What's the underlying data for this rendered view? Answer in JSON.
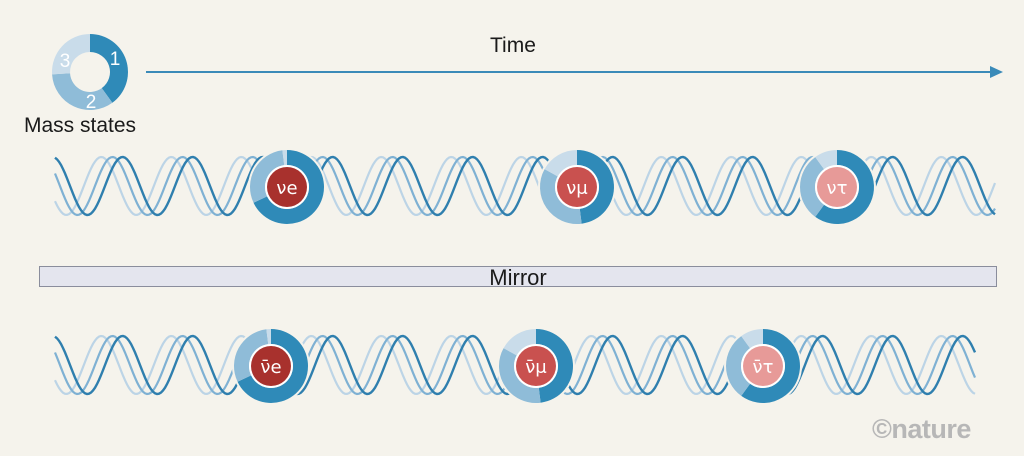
{
  "header": {
    "time_label": "Time",
    "mass_label": "Mass states",
    "state_numbers": [
      "1",
      "2",
      "3"
    ]
  },
  "mirror_label": "Mirror",
  "credit": "©nature",
  "colors": {
    "background": "#f5f3ec",
    "mass1": "#2f8ab8",
    "mass2": "#8fbcd8",
    "mass3": "#c9dcea",
    "wave_dark": "#2f7fae",
    "wave_mid": "#7fb1d3",
    "wave_light": "#bcd4e6",
    "electron": "#a8312d",
    "muon": "#c9514f",
    "tau": "#e79a98",
    "arrow": "#3a8ab8"
  },
  "mass_composition": {
    "electron": [
      0.68,
      0.3,
      0.02
    ],
    "muon": [
      0.48,
      0.35,
      0.17
    ],
    "tau": [
      0.6,
      0.3,
      0.1
    ]
  },
  "neutrinos": [
    {
      "name": "electron-neutrino",
      "label": "νe",
      "flavor": "electron",
      "row": "top"
    },
    {
      "name": "muon-neutrino",
      "label": "νμ",
      "flavor": "muon",
      "row": "top"
    },
    {
      "name": "tau-neutrino",
      "label": "ντ",
      "flavor": "tau",
      "row": "top"
    },
    {
      "name": "electron-antineutrino",
      "label": "ν̄e",
      "flavor": "electron",
      "row": "bottom"
    },
    {
      "name": "muon-antineutrino",
      "label": "ν̄μ",
      "flavor": "muon",
      "row": "bottom"
    },
    {
      "name": "tau-antineutrino",
      "label": "ν̄τ",
      "flavor": "tau",
      "row": "bottom"
    }
  ]
}
